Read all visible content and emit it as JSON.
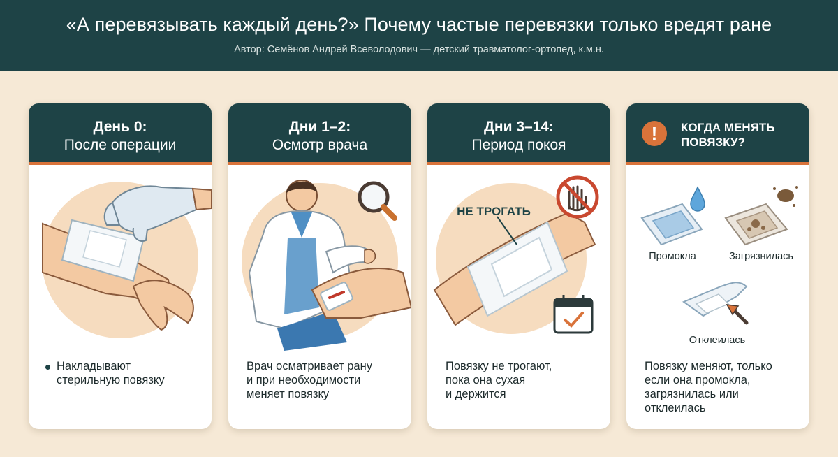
{
  "header": {
    "title": "«А перевязывать каждый день?» Почему частые перевязки только вредят ране",
    "author": "Автор: Семёнов Андрей Всеволодович — детский травматолог-ортопед, к.м.н."
  },
  "cards": [
    {
      "line1": "День 0:",
      "line2": "После операции",
      "description": "Накладывают\nстерильную повязку"
    },
    {
      "line1": "Дни 1–2:",
      "line2": "Осмотр врача",
      "description": "Врач осматривает рану\nи при необходимости\nменяет повязку"
    },
    {
      "line1": "Дни 3–14:",
      "line2": "Период покоя",
      "badge": "НЕ ТРОГАТЬ",
      "description": "Повязку не трогают,\nпока она сухая\nи держится"
    },
    {
      "title": "КОГДА МЕНЯТЬ\nПОВЯЗКУ?",
      "warning_symbol": "!",
      "labels": {
        "soaked": "Промокла",
        "dirty": "Загрязнилась",
        "peeled": "Отклеилась"
      },
      "description": "Повязку меняют, только\nесли она промокла,\nзагрязнилась или\nотклеилась"
    }
  ],
  "colors": {
    "background": "#f6e9d6",
    "header": "#1e4346",
    "accent": "#d9733a",
    "circle": "#f6dcbf",
    "skin": "#f3c9a2",
    "glove": "#dfe9f1"
  },
  "icons": [
    "glove-hand-icon",
    "magnifier-icon",
    "doctor-icon",
    "no-touch-icon",
    "calendar-check-icon",
    "water-drop-icon",
    "dirt-icon",
    "arrow-icon",
    "warning-icon"
  ]
}
